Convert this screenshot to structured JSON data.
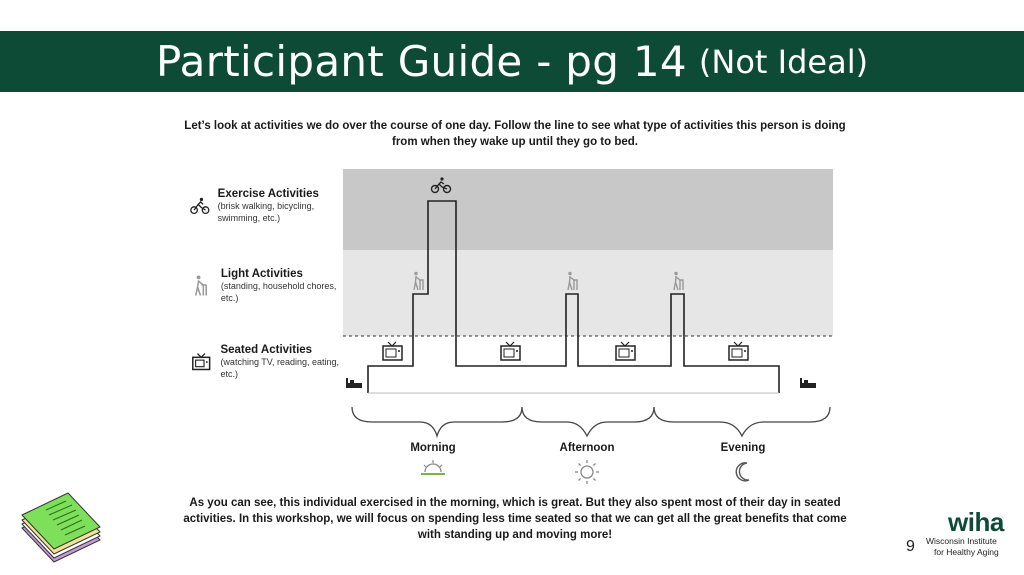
{
  "slide": {
    "title": "Participant Guide - pg 14",
    "title_suffix": "(Not Ideal)",
    "page_number": "9"
  },
  "intro_text": "Let’s look at activities we do over the course of one day. Follow the line to see what type of activities this person is doing from when they wake up until they go to bed.",
  "activity_levels": {
    "exercise": {
      "title": "Exercise Activities",
      "description": "(brisk walking, bicycling, swimming, etc.)",
      "icon": "bicycle-icon"
    },
    "light": {
      "title": "Light Activities",
      "description": "(standing, household chores, etc.)",
      "icon": "walker-icon"
    },
    "seated": {
      "title": "Seated Activities",
      "description": "(watching TV, reading, eating, etc.)",
      "icon": "tv-icon"
    }
  },
  "periods": {
    "morning": {
      "label": "Morning",
      "icon": "sunrise-icon"
    },
    "afternoon": {
      "label": "Afternoon",
      "icon": "sun-icon"
    },
    "evening": {
      "label": "Evening",
      "icon": "moon-icon"
    }
  },
  "outro_text": "As you can see, this individual exercised in the morning, which is great. But they also spent most of their day in seated activities. In this workshop, we will focus on spending less time seated so that we can get all the great benefits that come with standing up and moving more!",
  "logo": {
    "name": "wiha",
    "line1": "Wisconsin Institute",
    "line2": "for Healthy Aging",
    "color": "#0d4b36"
  },
  "colors": {
    "header_bg": "#0d4b36",
    "exercise_band": "#c8c8c8",
    "light_band": "#e6e6e6"
  }
}
